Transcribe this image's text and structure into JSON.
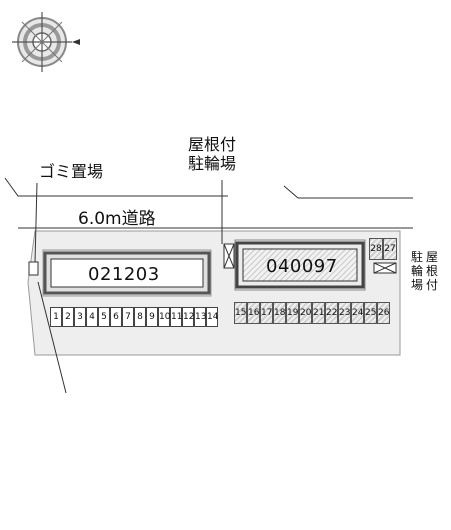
{
  "labels": {
    "garbage": "ゴミ置場",
    "roofed_bike_line1": "屋根付",
    "roofed_bike_line2": "駐輪場",
    "road": "6.0m道路",
    "side_bike_line1": "駐",
    "side_bike_line2": "輪",
    "side_bike_line3": "場",
    "side_roof_line1": "屋",
    "side_roof_line2": "根",
    "side_roof_line3": "付"
  },
  "buildings": {
    "left": "021203",
    "right": "040097"
  },
  "parking": {
    "row1": [
      "1",
      "2",
      "3",
      "4",
      "5",
      "6",
      "7",
      "8",
      "9",
      "10",
      "11",
      "12",
      "13",
      "14"
    ],
    "row2": [
      "15",
      "16",
      "17",
      "18",
      "19",
      "20",
      "21",
      "22",
      "23",
      "24",
      "25",
      "26"
    ],
    "top_right": [
      "28",
      "27"
    ]
  }
}
